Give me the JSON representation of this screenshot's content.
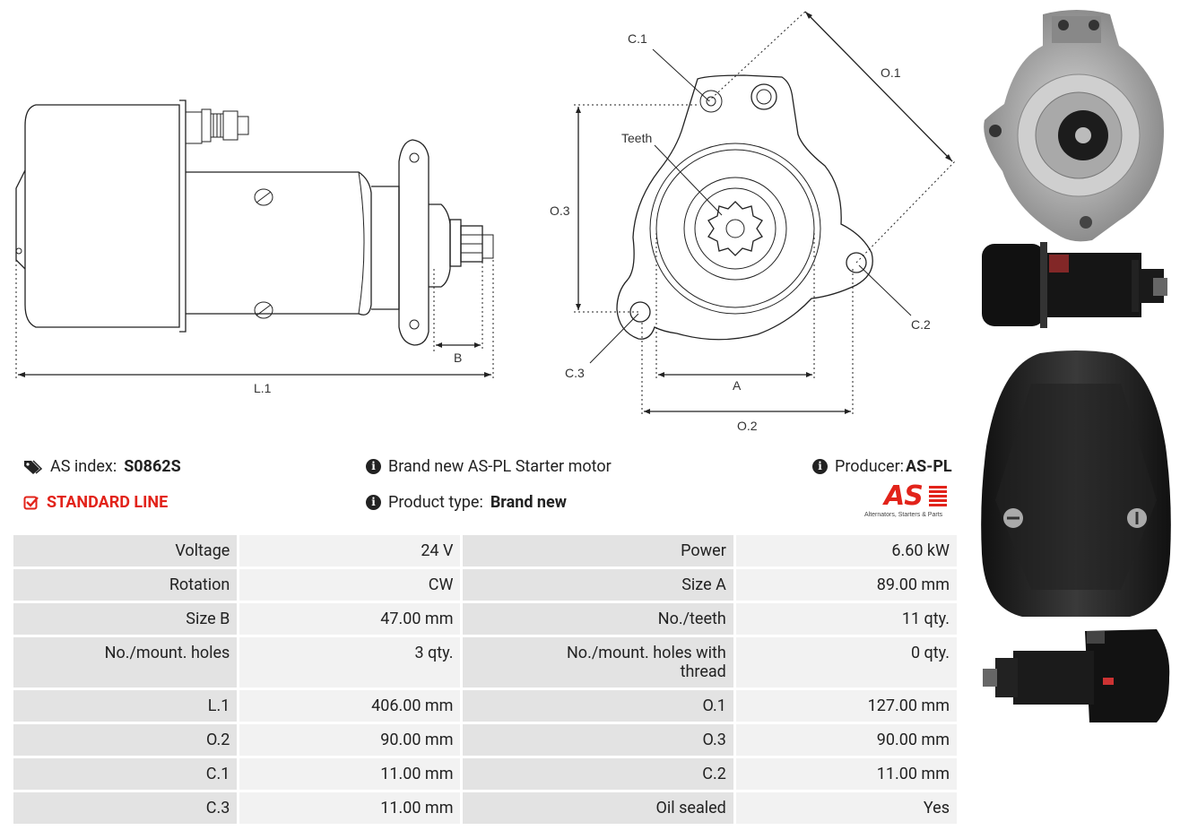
{
  "diagram": {
    "labels": {
      "l1": "L.1",
      "b": "B",
      "c1": "C.1",
      "c2": "C.2",
      "c3": "C.3",
      "o1": "O.1",
      "o2": "O.2",
      "o3": "O.3",
      "a": "A",
      "teeth": "Teeth"
    }
  },
  "info": {
    "as_index_label": "AS index:",
    "as_index_value": "S0862S",
    "line": "STANDARD LINE",
    "description": "Brand new AS-PL Starter motor",
    "product_type_label": "Product type:",
    "product_type_value": "Brand new",
    "producer_label": "Producer:",
    "producer_value": "AS-PL",
    "logo_text": "AS",
    "logo_tagline": "Alternators, Starters & Parts"
  },
  "specs": [
    [
      "Voltage",
      "24 V",
      "Power",
      "6.60 kW"
    ],
    [
      "Rotation",
      "CW",
      "Size A",
      "89.00 mm"
    ],
    [
      "Size B",
      "47.00 mm",
      "No./teeth",
      "11 qty."
    ],
    [
      "No./mount. holes",
      "3 qty.",
      "No./mount. holes with thread",
      "0 qty."
    ],
    [
      "L.1",
      "406.00 mm",
      "O.1",
      "127.00 mm"
    ],
    [
      "O.2",
      "90.00 mm",
      "O.3",
      "90.00 mm"
    ],
    [
      "C.1",
      "11.00 mm",
      "C.2",
      "11.00 mm"
    ],
    [
      "C.3",
      "11.00 mm",
      "Oil sealed",
      "Yes"
    ]
  ],
  "colors": {
    "brand_red": "#e2231a",
    "label_bg": "#e3e3e3",
    "value_bg": "#f2f2f2"
  }
}
